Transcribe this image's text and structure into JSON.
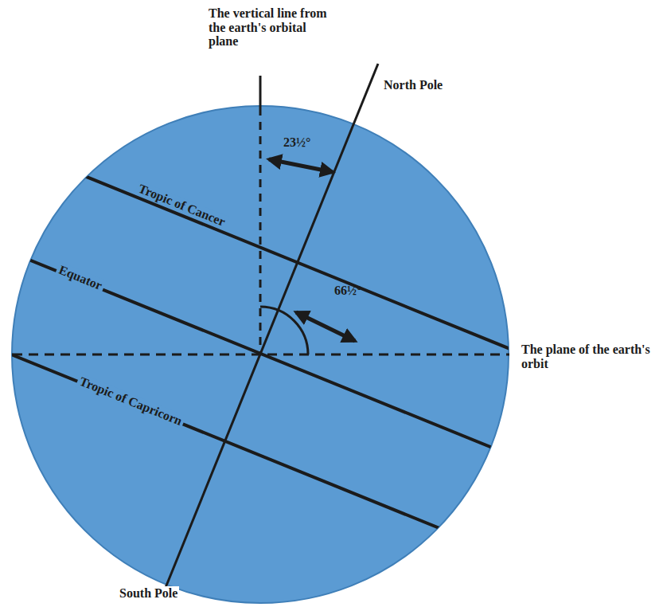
{
  "diagram": {
    "labels": [
      "The vertical line from the earth's orbital plane",
      "North Pole",
      "23½°",
      "Tropic of Cancer",
      "Equator",
      "66½°",
      "The plane of the earth's orbit",
      "Tropic of Capricorn",
      "South Pole"
    ]
  }
}
